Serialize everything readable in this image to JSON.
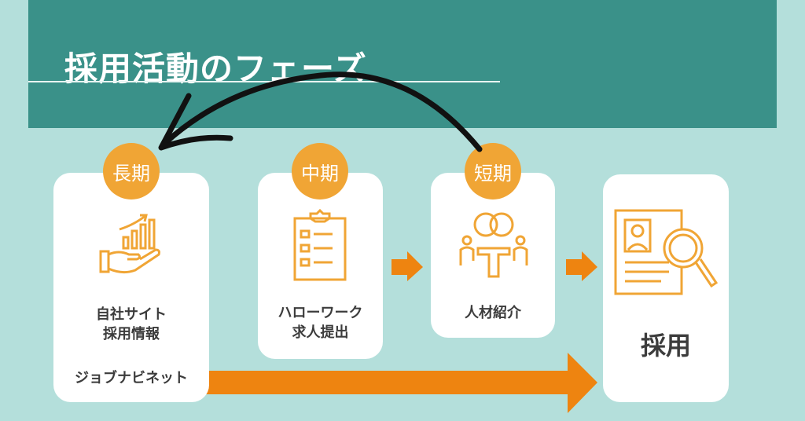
{
  "title": "採用活動のフェーズ",
  "phases": [
    {
      "badge": "長期",
      "lines": [
        "自社サイト",
        "採用情報"
      ],
      "extra": "ジョブナビネット",
      "icon": "hand-growth-chart-icon"
    },
    {
      "badge": "中期",
      "lines": [
        "ハローワーク",
        "求人提出"
      ],
      "icon": "clipboard-checklist-icon"
    },
    {
      "badge": "短期",
      "lines": [
        "人材紹介"
      ],
      "icon": "meeting-table-icon"
    }
  ],
  "result": {
    "label": "採用",
    "icon": "resume-magnifier-icon"
  },
  "colors": {
    "background": "#b4dfdb",
    "banner": "#3a9189",
    "badge": "#f0a535",
    "arrow": "#ee8410",
    "icon": "#f0a535"
  }
}
